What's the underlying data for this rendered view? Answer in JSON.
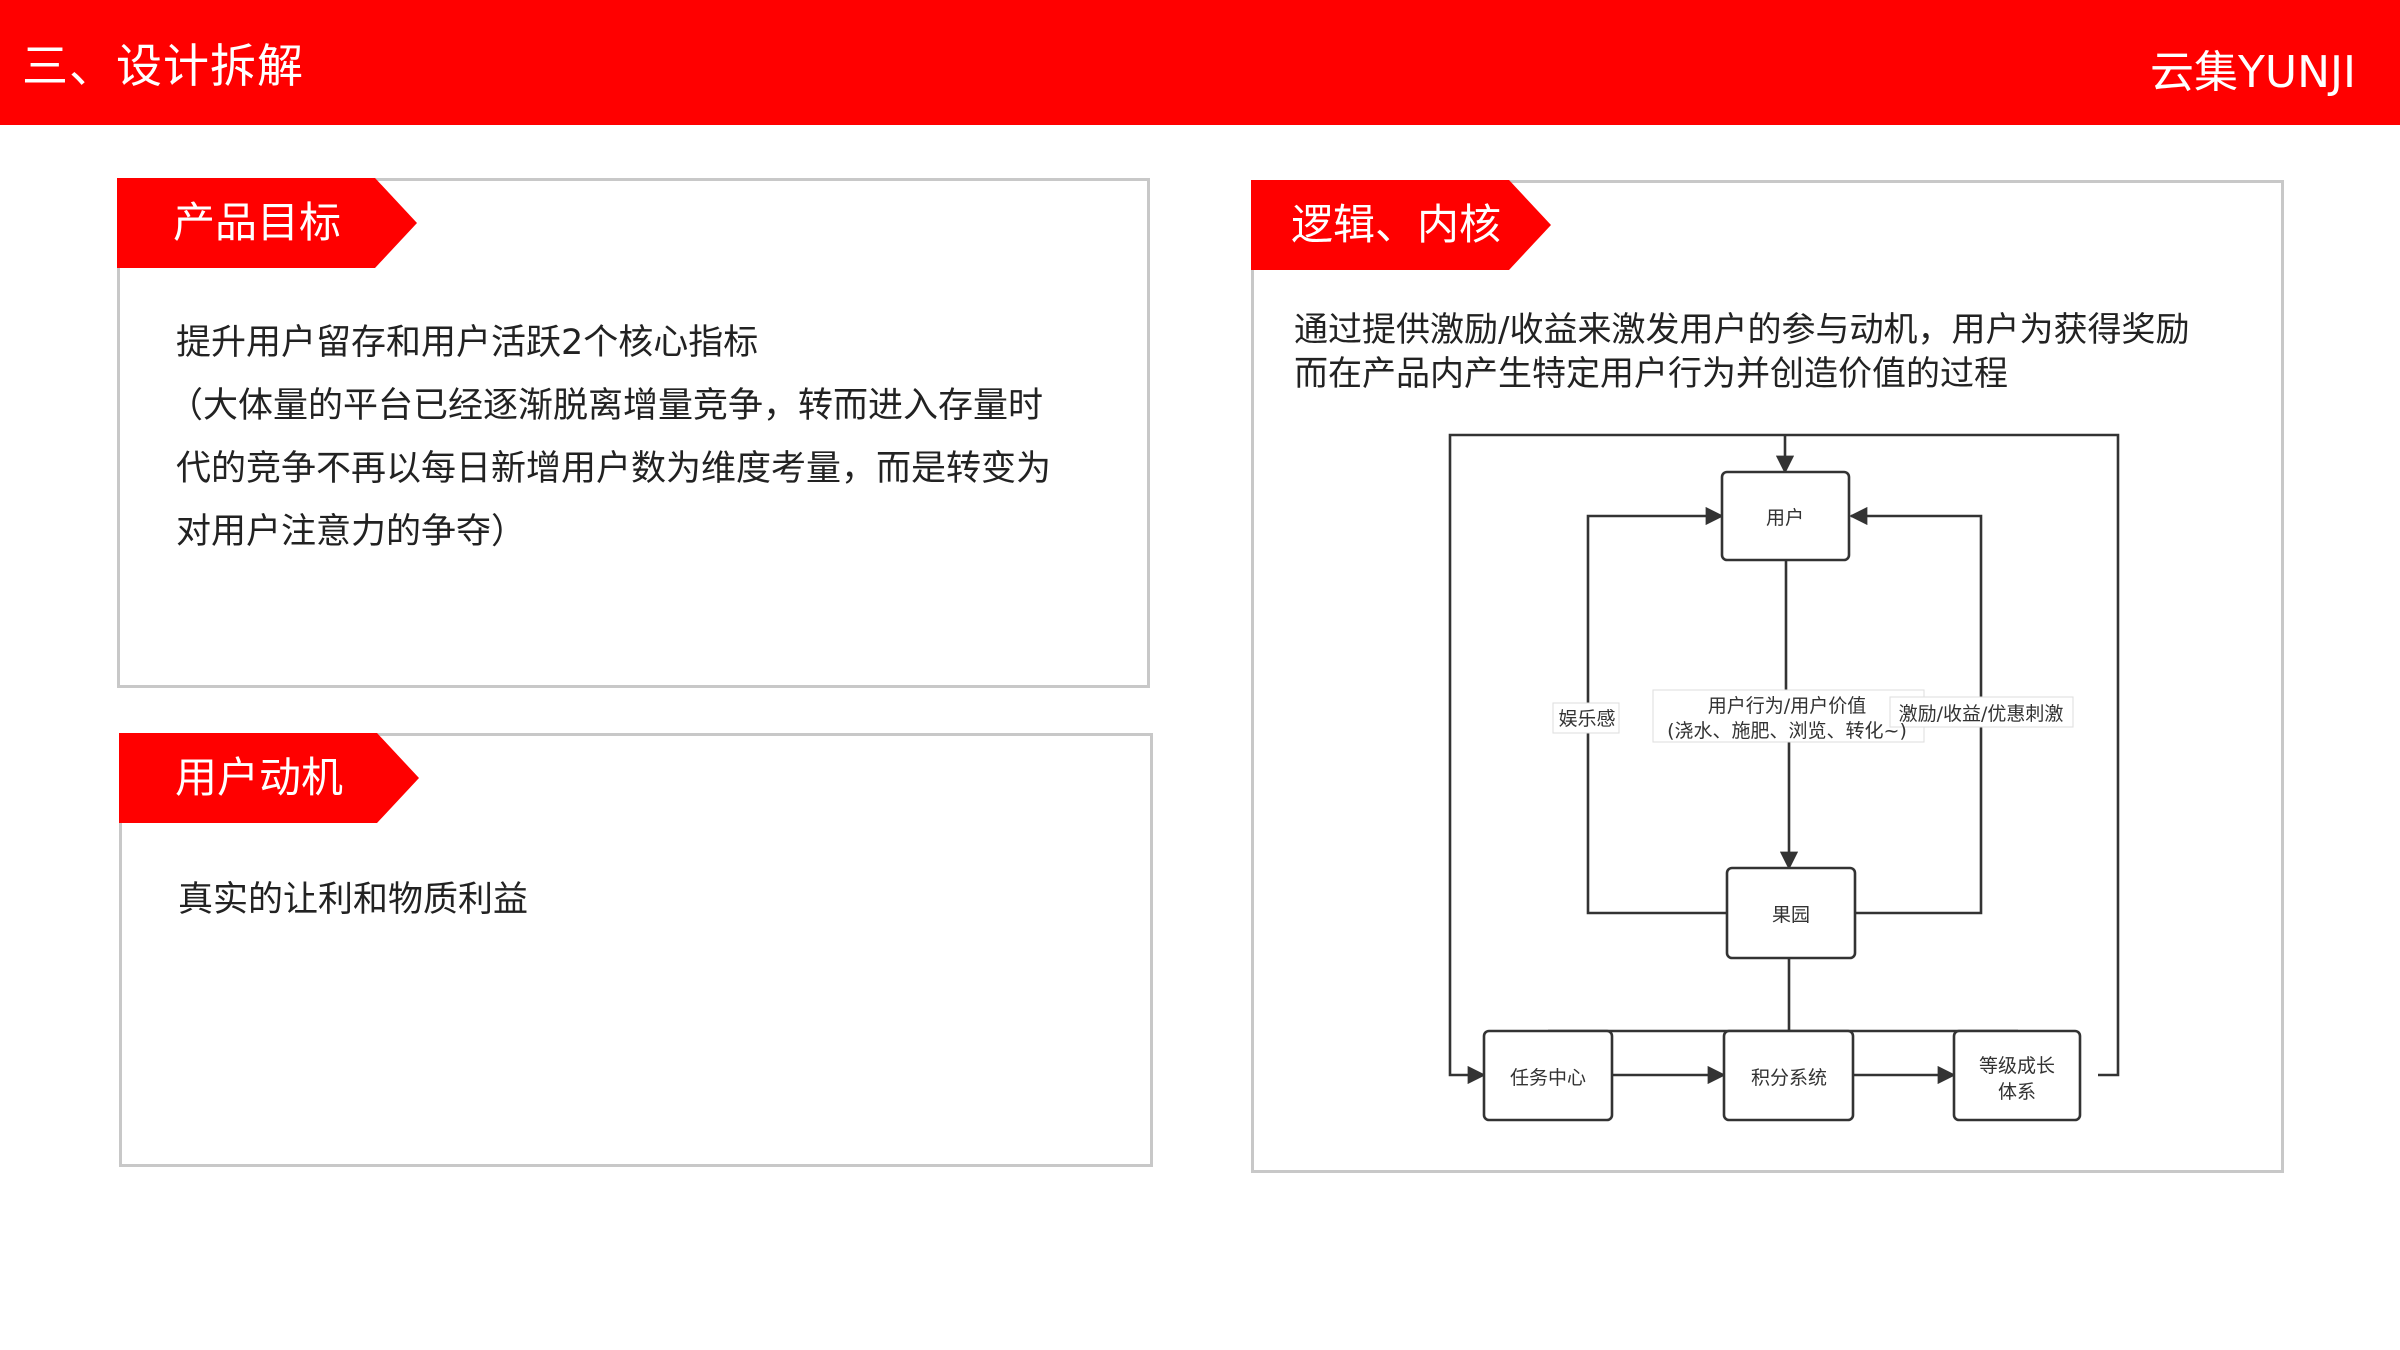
{
  "header": {
    "section_title": "三、设计拆解",
    "brand": "云集YUNJI"
  },
  "goal_panel": {
    "tag": "产品目标",
    "lines": [
      "提升用户留存和用户活跃2个核心指标",
      "（大体量的平台已经逐渐脱离增量竞争，转而进入存量时",
      "代的竞争不再以每日新增用户数为维度考量，而是转变为",
      "对用户注意力的争夺）"
    ]
  },
  "motive_panel": {
    "tag": "用户动机",
    "text": "真实的让利和物质利益"
  },
  "logic_panel": {
    "tag": "逻辑、内核",
    "desc_lines": [
      "通过提供激励/收益来激发用户的参与动机，用户为获得奖励",
      "而在产品内产生特定用户行为并创造价值的过程"
    ],
    "diagram": {
      "node_user": "用户",
      "node_orchard": "果园",
      "node_task": "任务中心",
      "node_points": "积分系统",
      "node_level_1": "等级成长",
      "node_level_2": "体系",
      "label_fun": "娱乐感",
      "label_behavior_1": "用户行为/用户价值",
      "label_behavior_2": "(浇水、施肥、浏览、转化~)",
      "label_incentive": "激励/收益/优惠刺激"
    }
  }
}
